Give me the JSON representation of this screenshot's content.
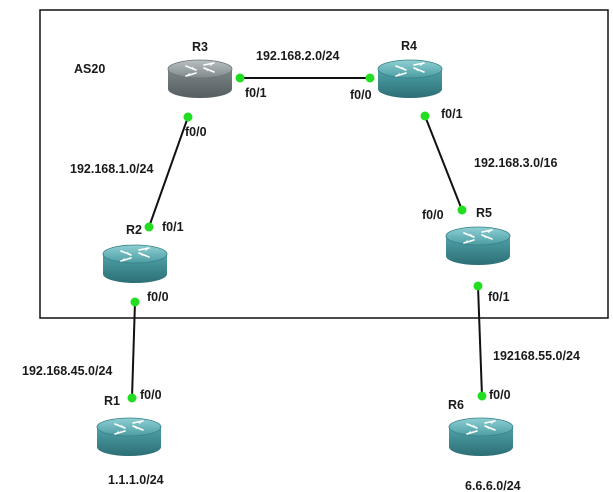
{
  "area_label": "AS20",
  "colors": {
    "router_teal": "#3f8f97",
    "router_gray": "#6f7a7c",
    "port_dot": "#22dd22",
    "link": "#111111",
    "boundary": "#111111"
  },
  "routers": {
    "r1": {
      "name": "R1",
      "icon": "router-icon"
    },
    "r2": {
      "name": "R2",
      "icon": "router-icon"
    },
    "r3": {
      "name": "R3",
      "icon": "router-icon"
    },
    "r4": {
      "name": "R4",
      "icon": "router-icon"
    },
    "r5": {
      "name": "R5",
      "icon": "router-icon"
    },
    "r6": {
      "name": "R6",
      "icon": "router-icon"
    }
  },
  "links": {
    "r3_r4": {
      "subnet": "192.168.2.0/24",
      "a_port": "f0/1",
      "b_port": "f0/0"
    },
    "r3_r2": {
      "subnet": "192.168.1.0/24",
      "a_port": "f0/0",
      "b_port": "f0/1"
    },
    "r4_r5": {
      "subnet": "192.168.3.0/16",
      "a_port": "f0/1",
      "b_port": "f0/0"
    },
    "r2_r1": {
      "subnet": "192.168.45.0/24",
      "a_port": "f0/0",
      "b_port": "f0/0"
    },
    "r5_r6": {
      "subnet": "192168.55.0/24",
      "a_port": "f0/1",
      "b_port": "f0/0"
    }
  },
  "loopbacks": {
    "r1": "1.1.1.0/24",
    "r6": "6.6.6.0/24"
  }
}
